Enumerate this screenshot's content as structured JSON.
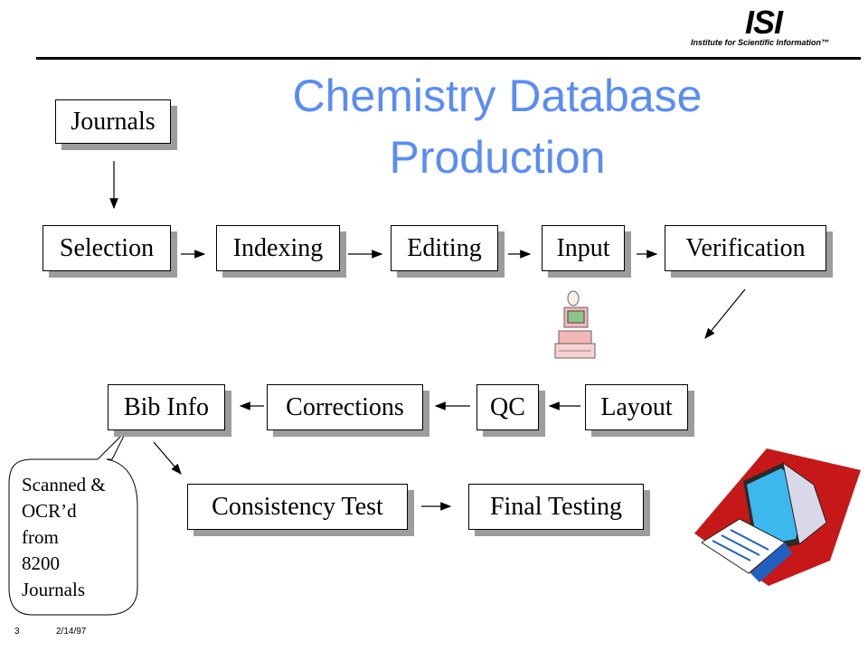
{
  "header": {
    "logo_mark": "ISI",
    "logo_subtitle": "Institute for Scientific Information™"
  },
  "title": {
    "line1": "Chemistry Database",
    "line2": "Production"
  },
  "nodes": {
    "journals": "Journals",
    "selection": "Selection",
    "indexing": "Indexing",
    "editing": "Editing",
    "input": "Input",
    "verification": "Verification",
    "bib_info": "Bib Info",
    "corrections": "Corrections",
    "qc": "QC",
    "layout": "Layout",
    "consistency_test": "Consistency Test",
    "final_testing": "Final Testing"
  },
  "callout": {
    "lines": [
      "Scanned &",
      "OCR’d",
      "from",
      "8200",
      "Journals"
    ]
  },
  "footer": {
    "page": "3",
    "date": "2/14/97"
  },
  "colors": {
    "title": "#5a8cf6",
    "shadow": "#9c9c9c"
  }
}
